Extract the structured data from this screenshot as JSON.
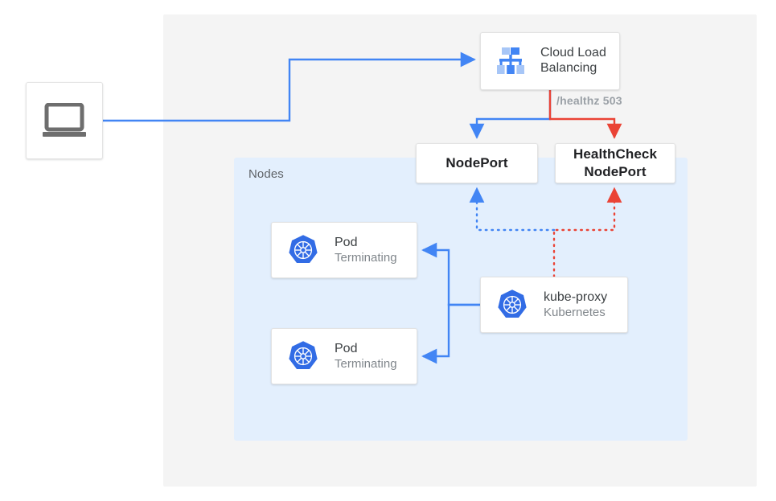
{
  "diagram": {
    "title": "Kubernetes NodePort health check failover diagram",
    "colors": {
      "blue": "#4285F4",
      "red": "#EA4335",
      "panel_outer": "#f4f4f4",
      "panel_nodes": "#e3effd",
      "kubernetes_blue": "#326CE5",
      "icon_gray": "#6E6E6E",
      "text_dark": "#3c4043",
      "text_muted": "#80868b",
      "label_gray": "#9aa0a6"
    },
    "panels": {
      "outer": {
        "label": ""
      },
      "nodes": {
        "label": "Nodes"
      }
    },
    "nodes": {
      "client": {
        "icon": "laptop-icon",
        "label": ""
      },
      "cloud_load_balancing": {
        "icon": "cloud-load-balancing-icon",
        "label": "Cloud Load\nBalancing",
        "line1": "Cloud Load",
        "line2": "Balancing"
      },
      "nodeport": {
        "label": "NodePort"
      },
      "healthcheck_nodeport": {
        "line1": "HealthCheck",
        "line2": "NodePort"
      },
      "pod1": {
        "icon": "kubernetes-icon",
        "title": "Pod",
        "status": "Terminating"
      },
      "pod2": {
        "icon": "kubernetes-icon",
        "title": "Pod",
        "status": "Terminating"
      },
      "kube_proxy": {
        "icon": "kubernetes-icon",
        "title": "kube-proxy",
        "subtitle": "Kubernetes"
      }
    },
    "edges": {
      "healthz_label": "/healthz 503"
    }
  }
}
